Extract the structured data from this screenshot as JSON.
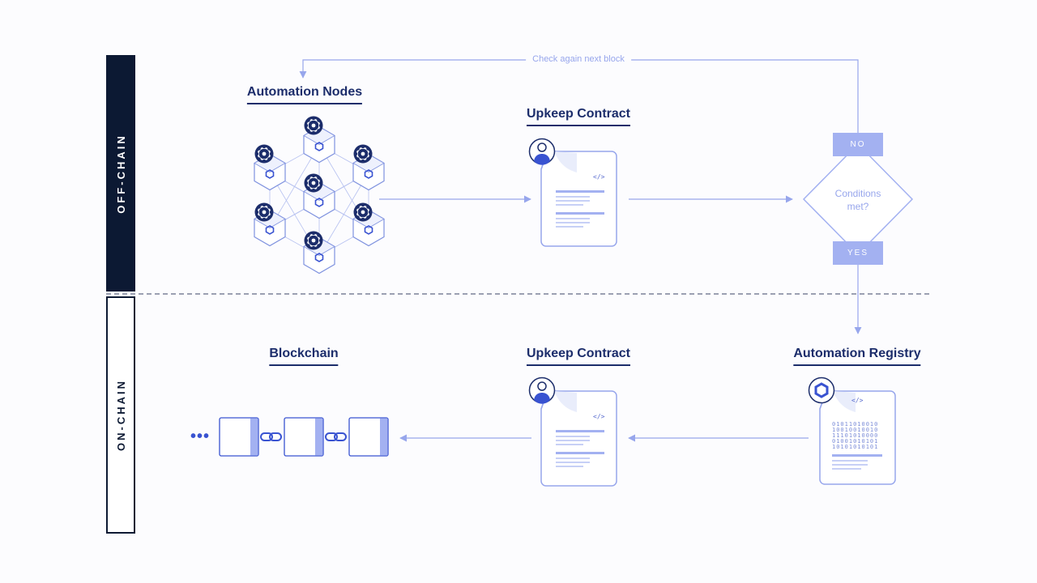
{
  "lanes": {
    "off_chain": "OFF-CHAIN",
    "on_chain": "ON-CHAIN"
  },
  "titles": {
    "automation_nodes": "Automation Nodes",
    "upkeep_contract_top": "Upkeep Contract",
    "blockchain": "Blockchain",
    "upkeep_contract_bottom": "Upkeep Contract",
    "automation_registry": "Automation Registry"
  },
  "decision": {
    "line1": "Conditions",
    "line2": "met?",
    "no_label": "NO",
    "yes_label": "YES"
  },
  "loop_label": "Check again next block",
  "code_tag": "</>",
  "binary_lines": [
    "01011010010",
    "10010010010",
    "11101010000",
    "01001010101",
    "10101010101"
  ],
  "ellipsis": "•••",
  "icons": {
    "gear": "gear-icon",
    "chainlink": "chainlink-icon",
    "user": "user-icon",
    "link": "chain-link-icon"
  },
  "colors": {
    "navy": "#0c1933",
    "title": "#1c2d6b",
    "accent": "#3953d1",
    "light": "#a3b1f1",
    "line": "#97a6ec",
    "fill": "#edf0fd"
  }
}
